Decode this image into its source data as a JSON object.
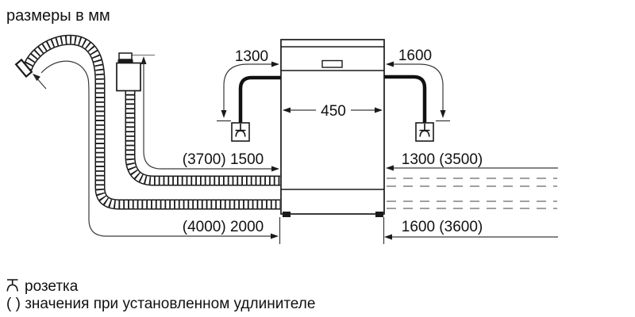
{
  "title": "размеры в мм",
  "dimensions": {
    "left_cord_to_socket": "1300",
    "right_cord_to_socket": "1600",
    "appliance_width": "450",
    "left_upper_hose": "(3700) 1500",
    "right_upper_hose": "1300 (3500)",
    "left_lower_hose": "(4000) 2000",
    "right_lower_hose": "1600 (3600)"
  },
  "legend": {
    "socket": "розетка",
    "parentheses_note": "( ) значения при установленном удлинителе"
  },
  "icons": {
    "socket_symbol": "socket-outlet-symbol"
  },
  "colors": {
    "line": "#1a1a1a",
    "dimension": "#3a3a3a",
    "dashed_hose": "#808080",
    "background": "#ffffff"
  }
}
